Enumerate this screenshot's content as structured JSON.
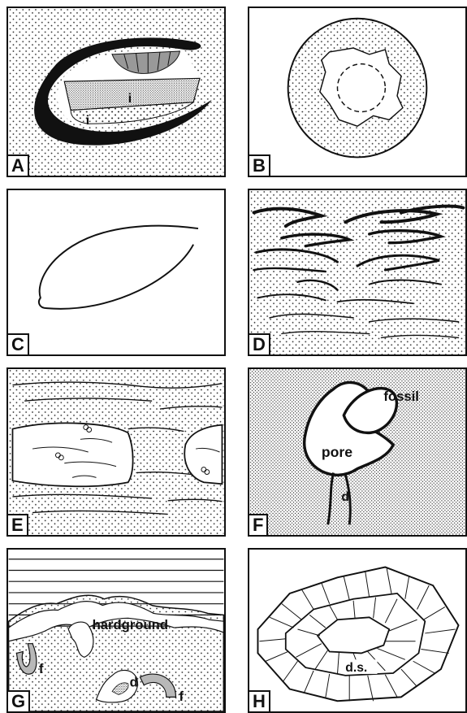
{
  "panels": {
    "A": {
      "label": "A",
      "inner_label_1": "i",
      "inner_label_2": "i"
    },
    "B": {
      "label": "B"
    },
    "C": {
      "label": "C"
    },
    "D": {
      "label": "D"
    },
    "E": {
      "label": "E"
    },
    "F": {
      "label": "F",
      "fossil": "fossil",
      "pore": "pore",
      "d": "d"
    },
    "G": {
      "label": "G",
      "hardground": "hardground",
      "f_left": "f",
      "d": "d",
      "f_right": "f"
    },
    "H": {
      "label": "H",
      "ds": "d.s."
    }
  },
  "colors": {
    "ink": "#111111",
    "fill_gray": "#b8b8b8",
    "background": "#ffffff"
  }
}
